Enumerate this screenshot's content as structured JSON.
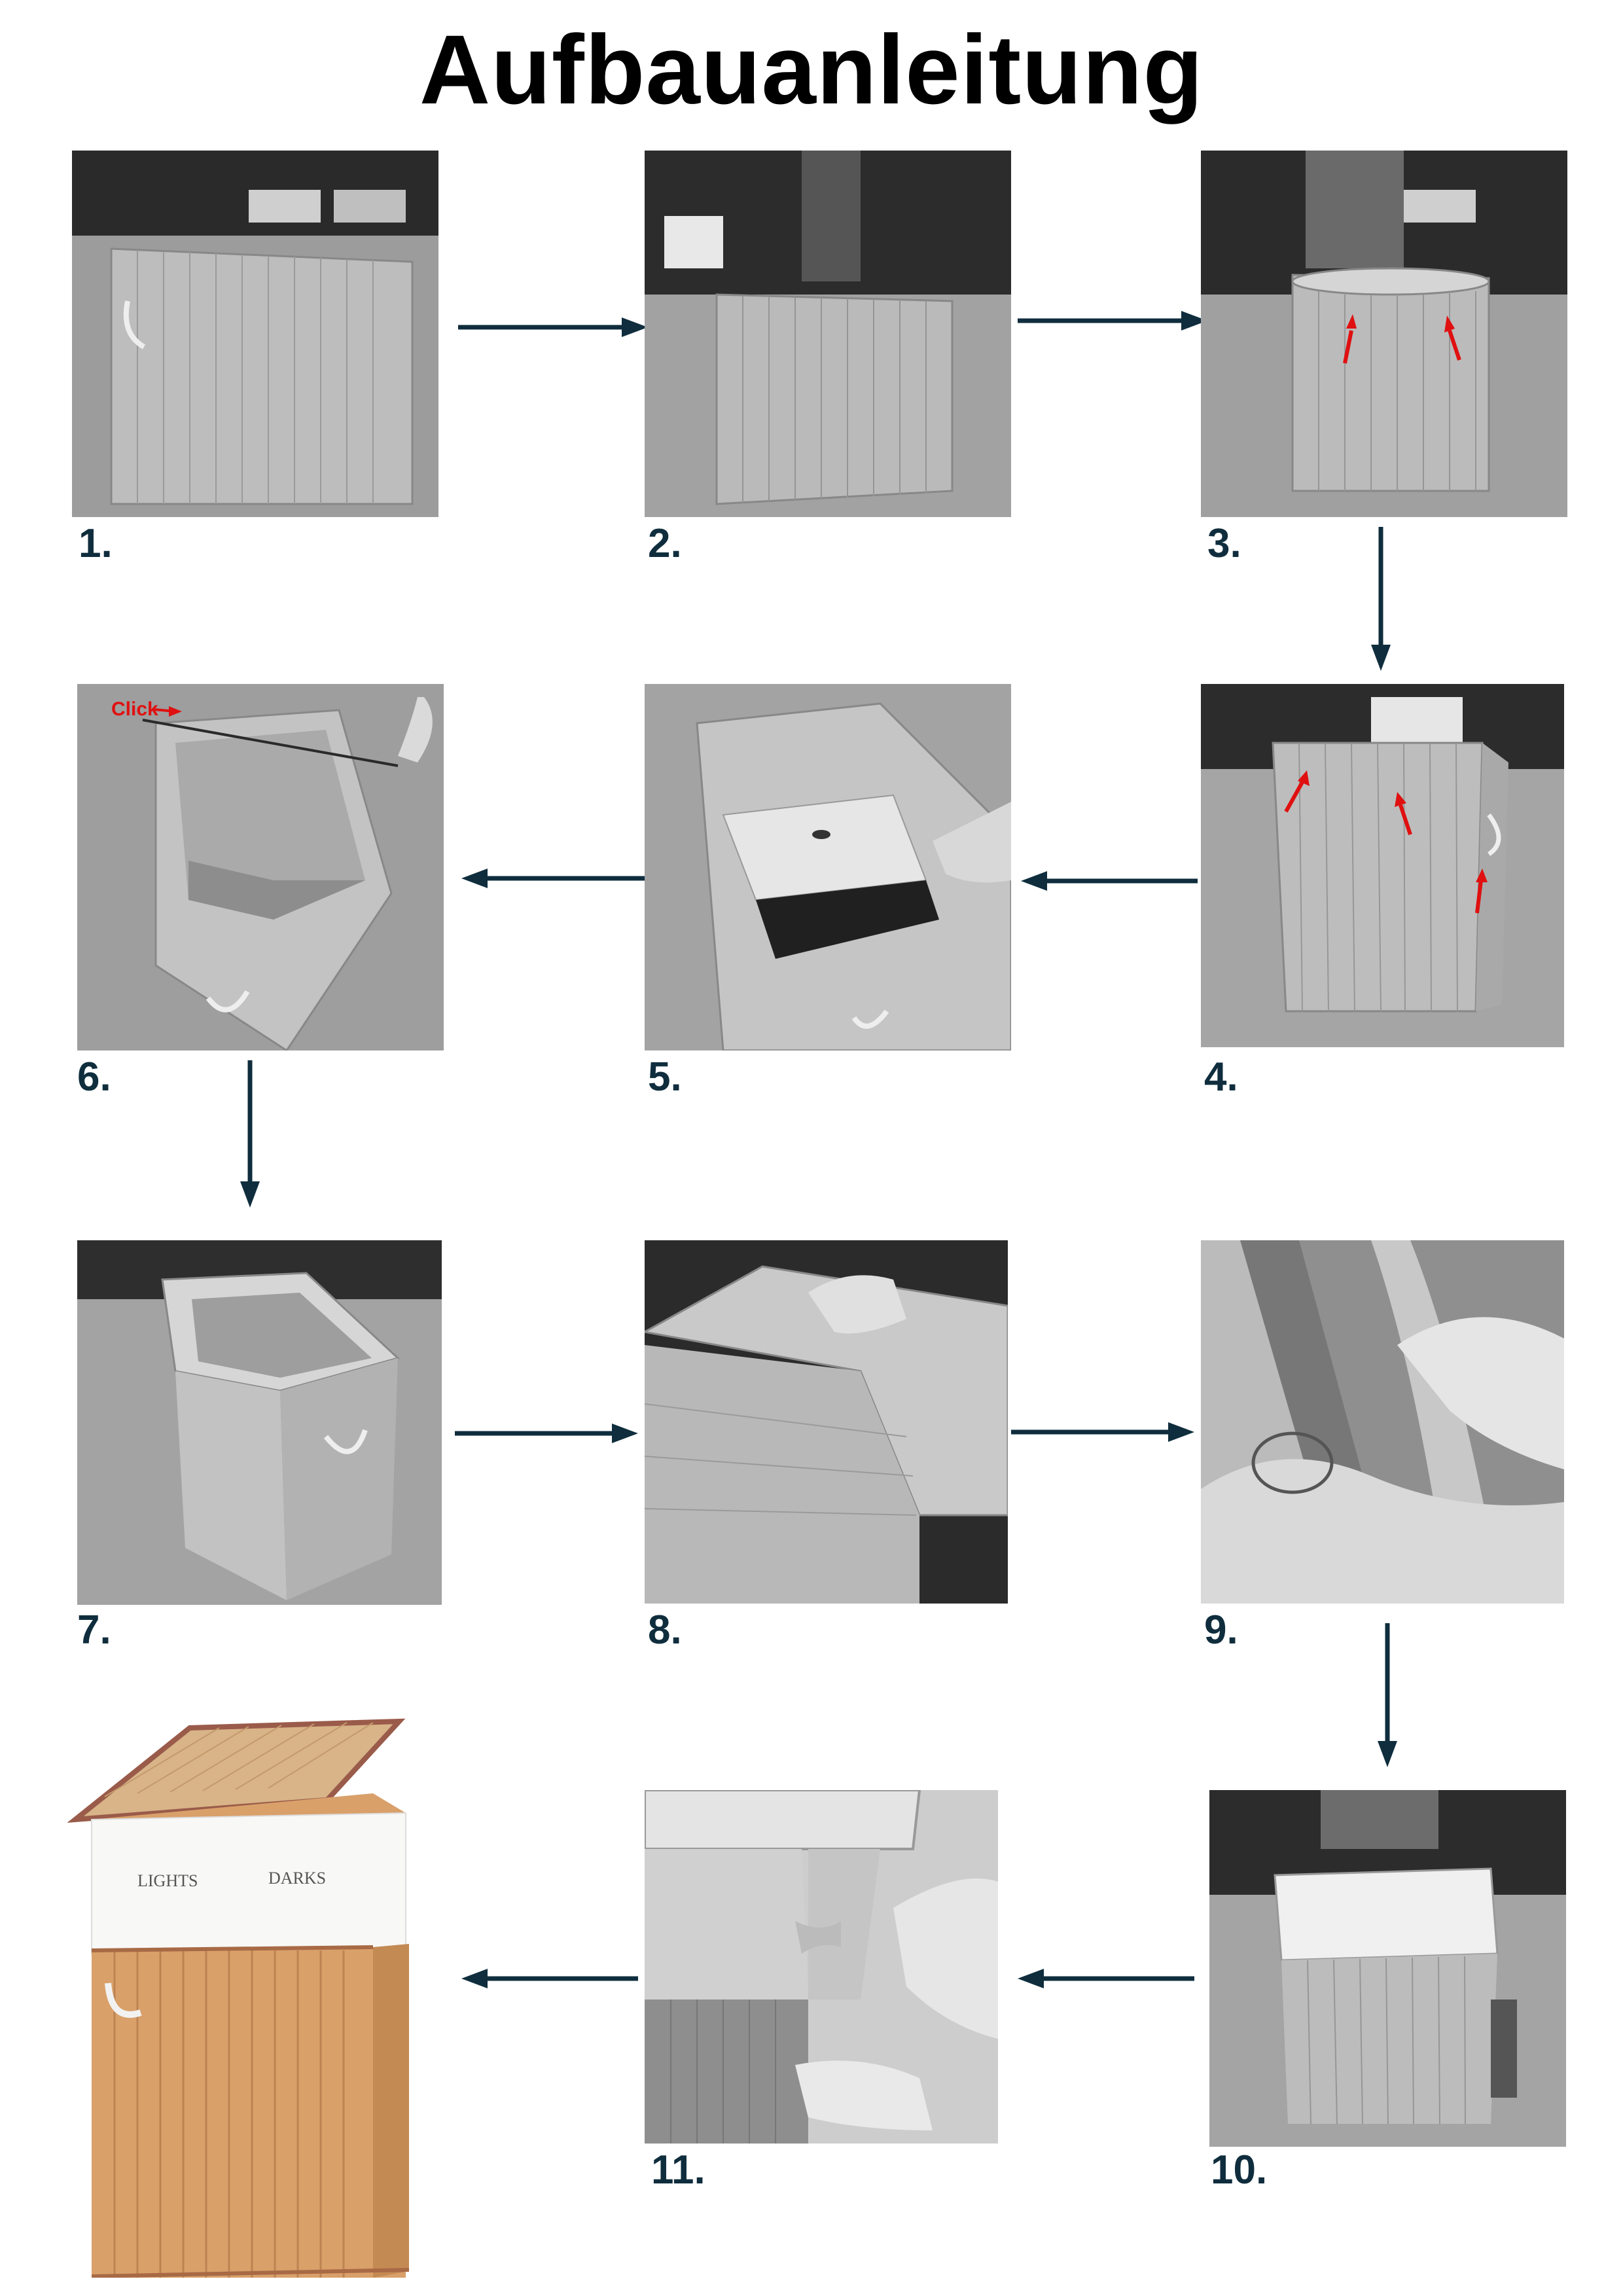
{
  "title": "Aufbauanleitung",
  "steps": [
    {
      "label": "1."
    },
    {
      "label": "2."
    },
    {
      "label": "3."
    },
    {
      "label": "4."
    },
    {
      "label": "5."
    },
    {
      "label": "6."
    },
    {
      "label": "7."
    },
    {
      "label": "8."
    },
    {
      "label": "9."
    },
    {
      "label": "10."
    },
    {
      "label": "11."
    }
  ],
  "annotations": {
    "click": "Click"
  },
  "product": {
    "label_left": "LIGHTS",
    "label_right": "DARKS"
  },
  "colors": {
    "arrow": "#0f2d3d",
    "marker": "#e01010",
    "bamboo": "#d9a06a"
  }
}
